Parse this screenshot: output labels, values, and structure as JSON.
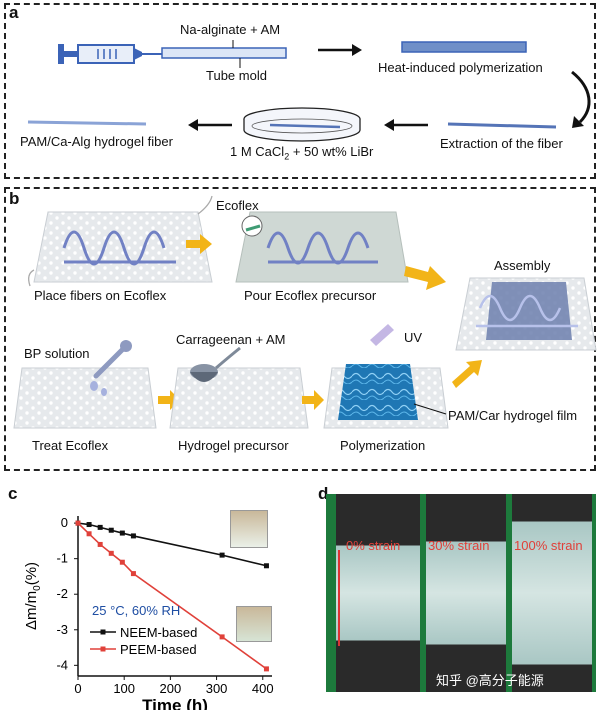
{
  "panels": {
    "a": "a",
    "b": "b",
    "c": "c",
    "d": "d"
  },
  "panel_a": {
    "syringe_label": "Na-alginate + AM",
    "tube_label": "Tube mold",
    "heat_label": "Heat-induced polymerization",
    "extract_label": "Extraction of the fiber",
    "bath_label_main": "1 M CaCl",
    "bath_label_sub": "2",
    "bath_label_rest": " + 50 wt% LiBr",
    "fiber_label": "PAM/Ca-Alg hydrogel fiber"
  },
  "panel_b": {
    "ecoflex": "Ecoflex",
    "place": "Place fibers on Ecoflex",
    "pour": "Pour Ecoflex precursor",
    "assembly": "Assembly",
    "bp": "BP solution",
    "carrageenan": "Carrageenan + AM",
    "uv": "UV",
    "film": "PAM/Car hydrogel film",
    "treat": "Treat Ecoflex",
    "precursor": "Hydrogel precursor",
    "polymerization": "Polymerization"
  },
  "panel_d": {
    "strain0": "0% strain",
    "strain30": "30% strain",
    "strain100": "100% strain",
    "watermark": "知乎 @高分子能源"
  },
  "colors": {
    "series_neem": "#111111",
    "series_peem": "#e0413a",
    "annotation": "#1f4ea3",
    "arrow_yellow": "#f2b418"
  },
  "chart_data": {
    "type": "line",
    "xlabel": "Time (h)",
    "ylabel_main": "Δm/m",
    "ylabel_sub": "0",
    "ylabel_tail": "(%)",
    "xlim": [
      0,
      420
    ],
    "ylim": [
      -4.3,
      0.2
    ],
    "xticks": [
      "0",
      "100",
      "200",
      "300",
      "400"
    ],
    "yticks": [
      "0",
      "-1",
      "-2",
      "-3",
      "-4"
    ],
    "annotation": "25 °C, 60% RH",
    "series": [
      {
        "name": "NEEM-based",
        "x": [
          0,
          24,
          48,
          72,
          96,
          120,
          312,
          408
        ],
        "y": [
          0,
          -0.04,
          -0.12,
          -0.2,
          -0.28,
          -0.36,
          -0.9,
          -1.2
        ]
      },
      {
        "name": "PEEM-based",
        "x": [
          0,
          24,
          48,
          72,
          96,
          120,
          312,
          408
        ],
        "y": [
          0,
          -0.3,
          -0.6,
          -0.85,
          -1.1,
          -1.42,
          -3.2,
          -4.1
        ]
      }
    ]
  }
}
